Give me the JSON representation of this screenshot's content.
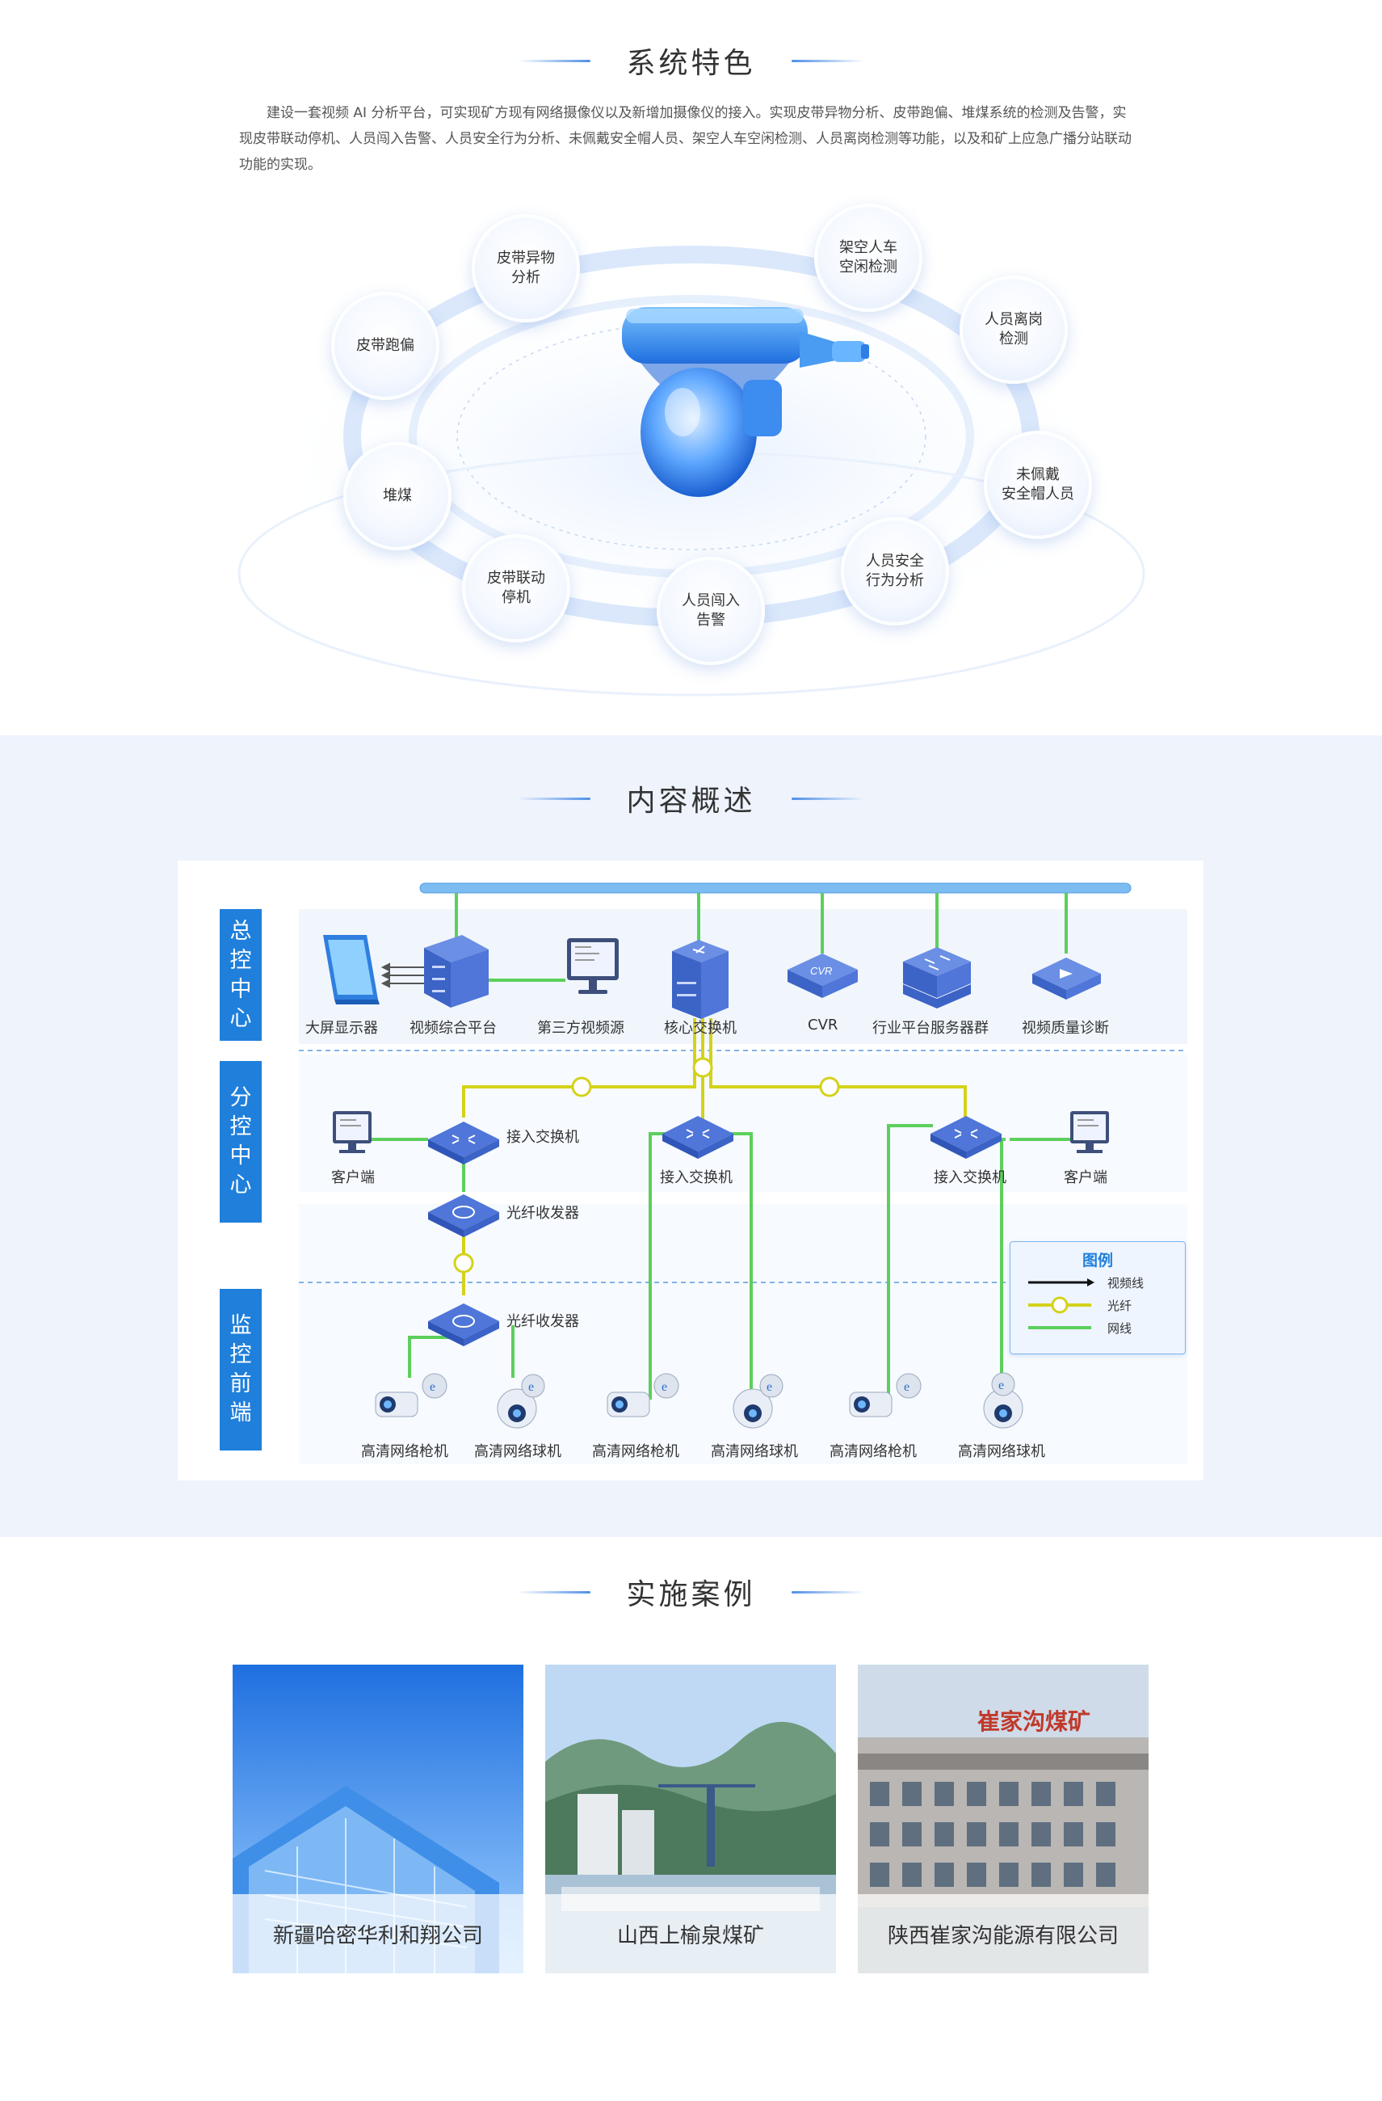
{
  "features": {
    "title": "系统特色",
    "intro": "建设一套视频 AI 分析平台，可实现矿方现有网络摄像仪以及新增加摄像仪的接入。实现皮带异物分析、皮带跑偏、堆煤系统的检测及告警，实现皮带联动停机、人员闯入告警、人员安全行为分析、未佩戴安全帽人员、架空人车空闲检测、人员离岗检测等功能，以及和矿上应急广播分站联动功能的实现。",
    "items": [
      "皮带异物\n分析",
      "皮带跑偏",
      "堆煤",
      "皮带联动\n停机",
      "人员闯入\n告警",
      "人员安全\n行为分析",
      "未佩戴\n安全帽人员",
      "人员离岗\n检测",
      "架空人车\n空闲检测"
    ]
  },
  "overview": {
    "title": "内容概述",
    "tiers": [
      "总\n控\n中\n心",
      "分\n控\n中\n心",
      "监\n控\n前\n端"
    ],
    "center_devices": [
      "大屏显示器",
      "视频综合平台",
      "第三方视频源",
      "核心交换机",
      "CVR",
      "行业平台服务器群",
      "视频质量诊断"
    ],
    "cvr_badge": "CVR",
    "branch_devices": {
      "client_left": "客户端",
      "switch_left": "接入交换机",
      "transceiver_left": "光纤收发器",
      "switch_mid": "接入交换机",
      "switch_right": "接入交换机",
      "client_right": "客户端"
    },
    "front_devices": {
      "transceiver": "光纤收发器",
      "cameras": [
        "高清网络枪机",
        "高清网络球机",
        "高清网络枪机",
        "高清网络球机",
        "高清网络枪机",
        "高清网络球机"
      ]
    },
    "legend": {
      "title": "图例",
      "items": [
        "视频线",
        "光纤",
        "网线"
      ],
      "colors": {
        "video": "#111111",
        "fiber": "#d4d21a",
        "network": "#5ccf5c"
      }
    }
  },
  "cases": {
    "title": "实施案例",
    "items": [
      "新疆哈密华利和翔公司",
      "山西上榆泉煤矿",
      "陕西崔家沟能源有限公司"
    ],
    "sign_text": "崔家沟煤矿"
  },
  "colors": {
    "accent": "#1f7fdb",
    "section_bg": "#eef3fc",
    "bus": "#7cbcf0"
  }
}
